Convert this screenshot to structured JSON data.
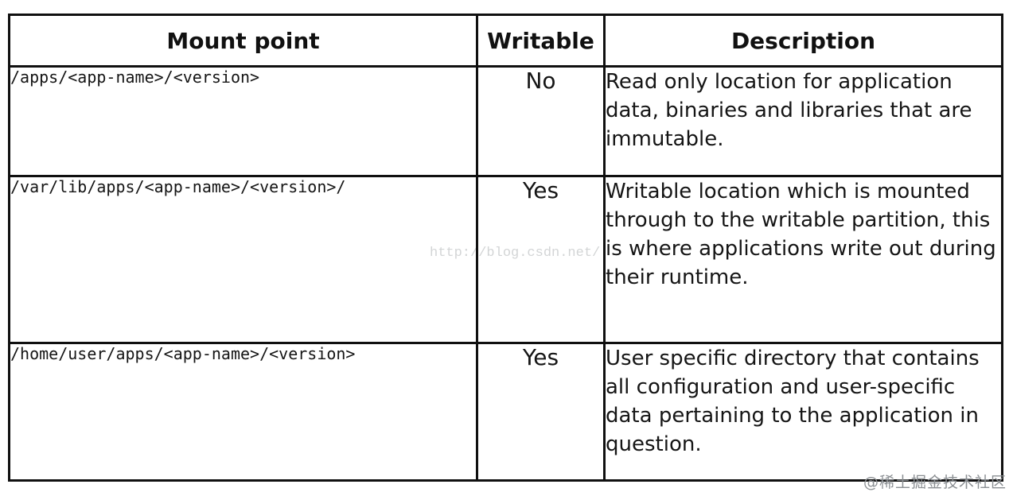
{
  "table": {
    "columns": [
      "Mount point",
      "Writable",
      "Description"
    ],
    "rows": [
      {
        "mount_point": "/apps/<app-name>/<version>",
        "writable": "No",
        "description": "Read only location for application data, binaries and libraries that are immutable."
      },
      {
        "mount_point": "/var/lib/apps/<app-name>/<version>/",
        "writable": "Yes",
        "description": "Writable location which is mounted through to the writable partition, this is where applications write out during their runtime."
      },
      {
        "mount_point": "/home/user/apps/<app-name>/<version>",
        "writable": "Yes",
        "description": "User specific directory that contains all configuration and user-specific data pertaining to the application in question."
      }
    ]
  },
  "watermarks": {
    "center_url": "http://blog.csdn.net/",
    "bottom_right": "@稀土掘金技术社区"
  },
  "colors": {
    "border": "#101010",
    "text": "#151515",
    "watermark_center": "#d3d5d6",
    "watermark_bottom_right": "#8b8f93",
    "background": "#ffffff"
  }
}
